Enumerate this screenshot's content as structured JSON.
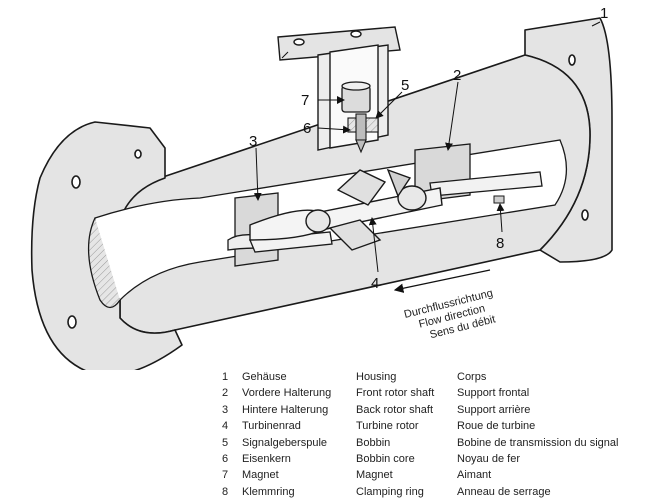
{
  "callouts": [
    {
      "number": "1"
    },
    {
      "number": "2"
    },
    {
      "number": "3"
    },
    {
      "number": "4"
    },
    {
      "number": "5"
    },
    {
      "number": "6"
    },
    {
      "number": "7"
    },
    {
      "number": "8"
    }
  ],
  "flow_direction": {
    "de": "Durchflussrichtung",
    "en": "Flow direction",
    "fr": "Sens du débit"
  },
  "legend": [
    {
      "number": "1",
      "de": "Gehäuse",
      "en": "Housing",
      "fr": "Corps"
    },
    {
      "number": "2",
      "de": "Vordere Halterung",
      "en": "Front rotor shaft",
      "fr": "Support frontal"
    },
    {
      "number": "3",
      "de": "Hintere Halterung",
      "en": "Back rotor shaft",
      "fr": "Support arrière"
    },
    {
      "number": "4",
      "de": "Turbinenrad",
      "en": "Turbine rotor",
      "fr": "Roue de turbine"
    },
    {
      "number": "5",
      "de": "Signalgeberspule",
      "en": "Bobbin",
      "fr": "Bobine de transmission du signal"
    },
    {
      "number": "6",
      "de": "Eisenkern",
      "en": "Bobbin core",
      "fr": "Noyau de fer"
    },
    {
      "number": "7",
      "de": "Magnet",
      "en": "Magnet",
      "fr": "Aimant"
    },
    {
      "number": "8",
      "de": "Klemmring",
      "en": "Clamping ring",
      "fr": "Anneau de serrage"
    }
  ]
}
